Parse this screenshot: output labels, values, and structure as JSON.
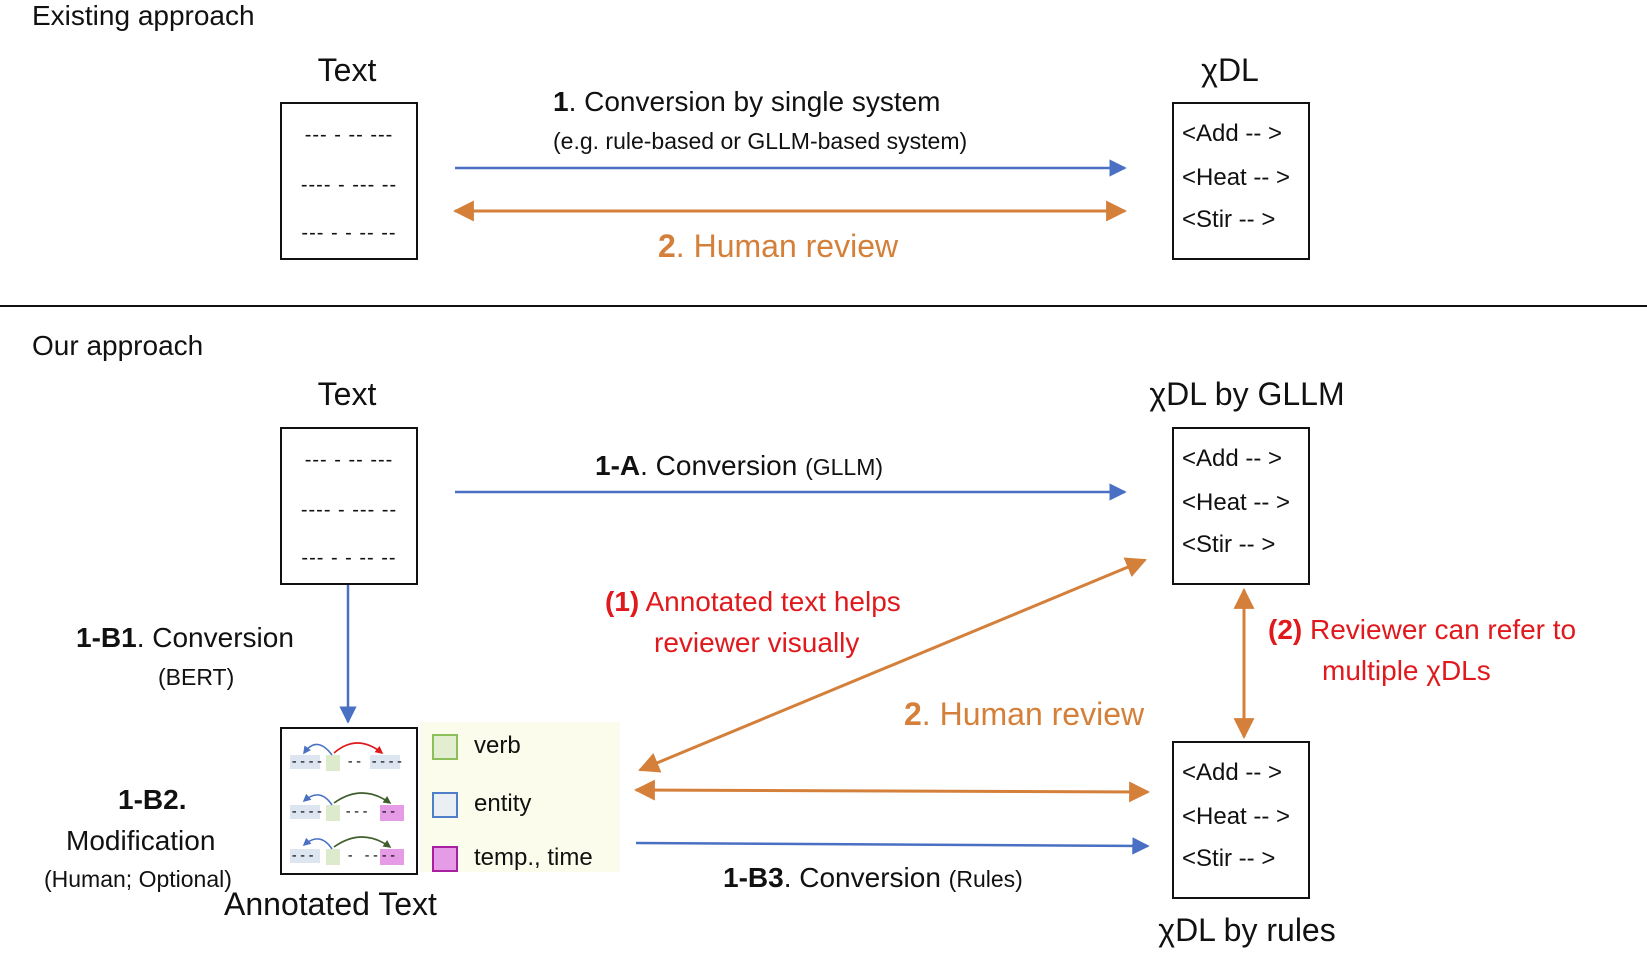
{
  "existing": {
    "section_title": "Existing approach",
    "text_heading": "Text",
    "xdl_heading": "χDL",
    "text_lines": [
      "--- - -- ---",
      "---- - --- --",
      "--- - - -- --"
    ],
    "xdl_lines": [
      "<Add  -- >",
      "<Heat  -- >",
      "<Stir  -- >"
    ],
    "step1_num": "1",
    "step1_text": ". Conversion by single system",
    "step1_sub": "(e.g. rule-based or GLLM-based system)",
    "step2_num": "2",
    "step2_text": ". Human review"
  },
  "ours": {
    "section_title": "Our approach",
    "text_heading": "Text",
    "gllm_heading": "χDL by GLLM",
    "rules_heading": "χDL by rules",
    "text_lines": [
      "--- - -- ---",
      "---- - --- --",
      "--- - - -- --"
    ],
    "gllm_lines": [
      "<Add  -- >",
      "<Heat  -- >",
      "<Stir  -- >"
    ],
    "rules_lines": [
      "<Add  -- >",
      "<Heat  -- >",
      "<Stir  -- >"
    ],
    "step_1a_num": "1-A",
    "step_1a_text": ". Conversion",
    "step_1a_sub": "(GLLM)",
    "step_1b1_num": "1-B1",
    "step_1b1_text": ". Conversion",
    "step_1b1_sub": "(BERT)",
    "step_1b2_num": "1-B2.",
    "step_1b2_text": "Modification",
    "step_1b2_sub": "(Human; Optional)",
    "step_1b3_num": "1-B3",
    "step_1b3_text": ". Conversion",
    "step_1b3_sub": "(Rules)",
    "annotated_label": "Annotated Text",
    "note1_num": "(1)",
    "note1_line1": "Annotated text helps",
    "note1_line2": "reviewer visually",
    "note2_num": "(2)",
    "note2_line1": "Reviewer can refer to",
    "note2_line2": "multiple χDLs",
    "review_num": "2",
    "review_text": ". Human review",
    "legend": [
      {
        "label": "verb",
        "border": "#8BBF5A",
        "fill": "#E3EDCF"
      },
      {
        "label": "entity",
        "border": "#4F7FC8",
        "fill": "#EAEFF3"
      },
      {
        "label": "temp., time",
        "border": "#A81FA0",
        "fill": "#E69BE6"
      }
    ]
  },
  "colors": {
    "blue_arrow": "#4A70C4",
    "orange_arrow": "#D4803A",
    "red_text": "#E0191C"
  }
}
